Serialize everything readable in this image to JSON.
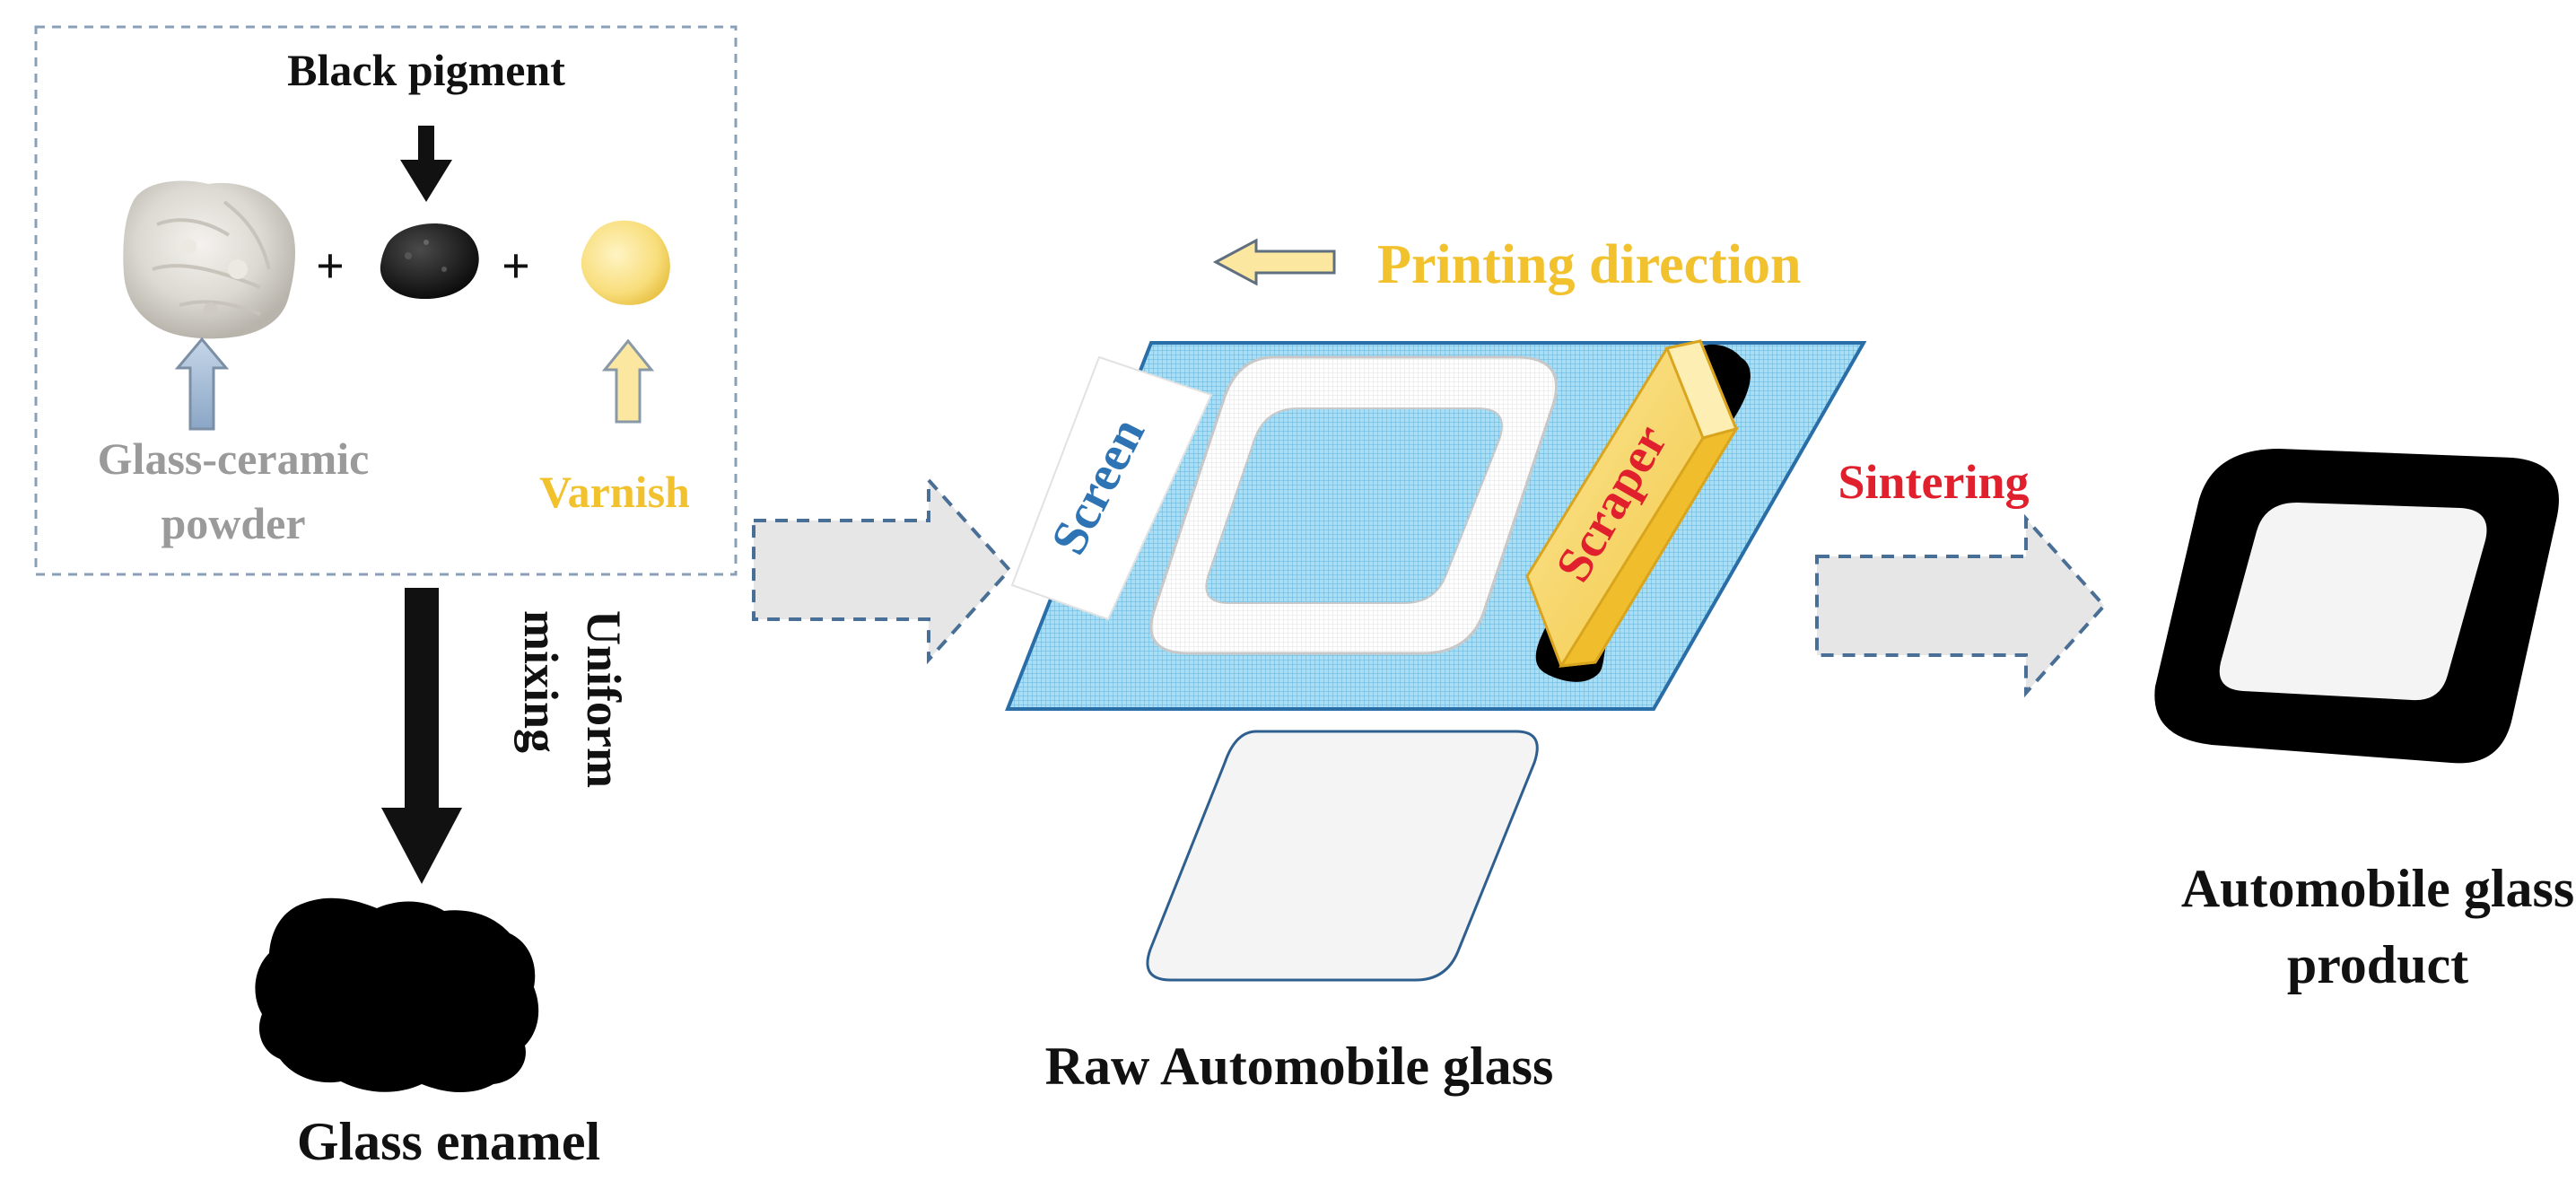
{
  "labels": {
    "black_pigment": "Black pigment",
    "plus_1": "+",
    "plus_2": "+",
    "glass_ceramic_line1": "Glass-ceramic",
    "glass_ceramic_line2": "powder",
    "varnish": "Varnish",
    "uniform_mixing_line1": "Uniform",
    "uniform_mixing_line2": "mixing",
    "glass_enamel": "Glass enamel",
    "printing_direction": "Printing direction",
    "screen": "Screen",
    "scraper": "Scraper",
    "sintering": "Sintering",
    "raw_glass": "Raw Automobile glass",
    "product_line1": "Automobile glass",
    "product_line2": "product"
  },
  "colors": {
    "text_dark": "#111111",
    "glass_ceramic_text": "#9a9a9a",
    "varnish_text": "#f2c12e",
    "printing_direction_text": "#f2c12e",
    "screen_text": "#2e74b5",
    "scraper_text": "#e0202c",
    "sintering_text": "#e0202c",
    "screen_mesh": "#7ecbea",
    "scraper_fill": "#f7d35a",
    "process_arrow_fill": "#e6e6e6",
    "process_arrow_stroke": "#4a6f96",
    "enamel": "#000000"
  }
}
